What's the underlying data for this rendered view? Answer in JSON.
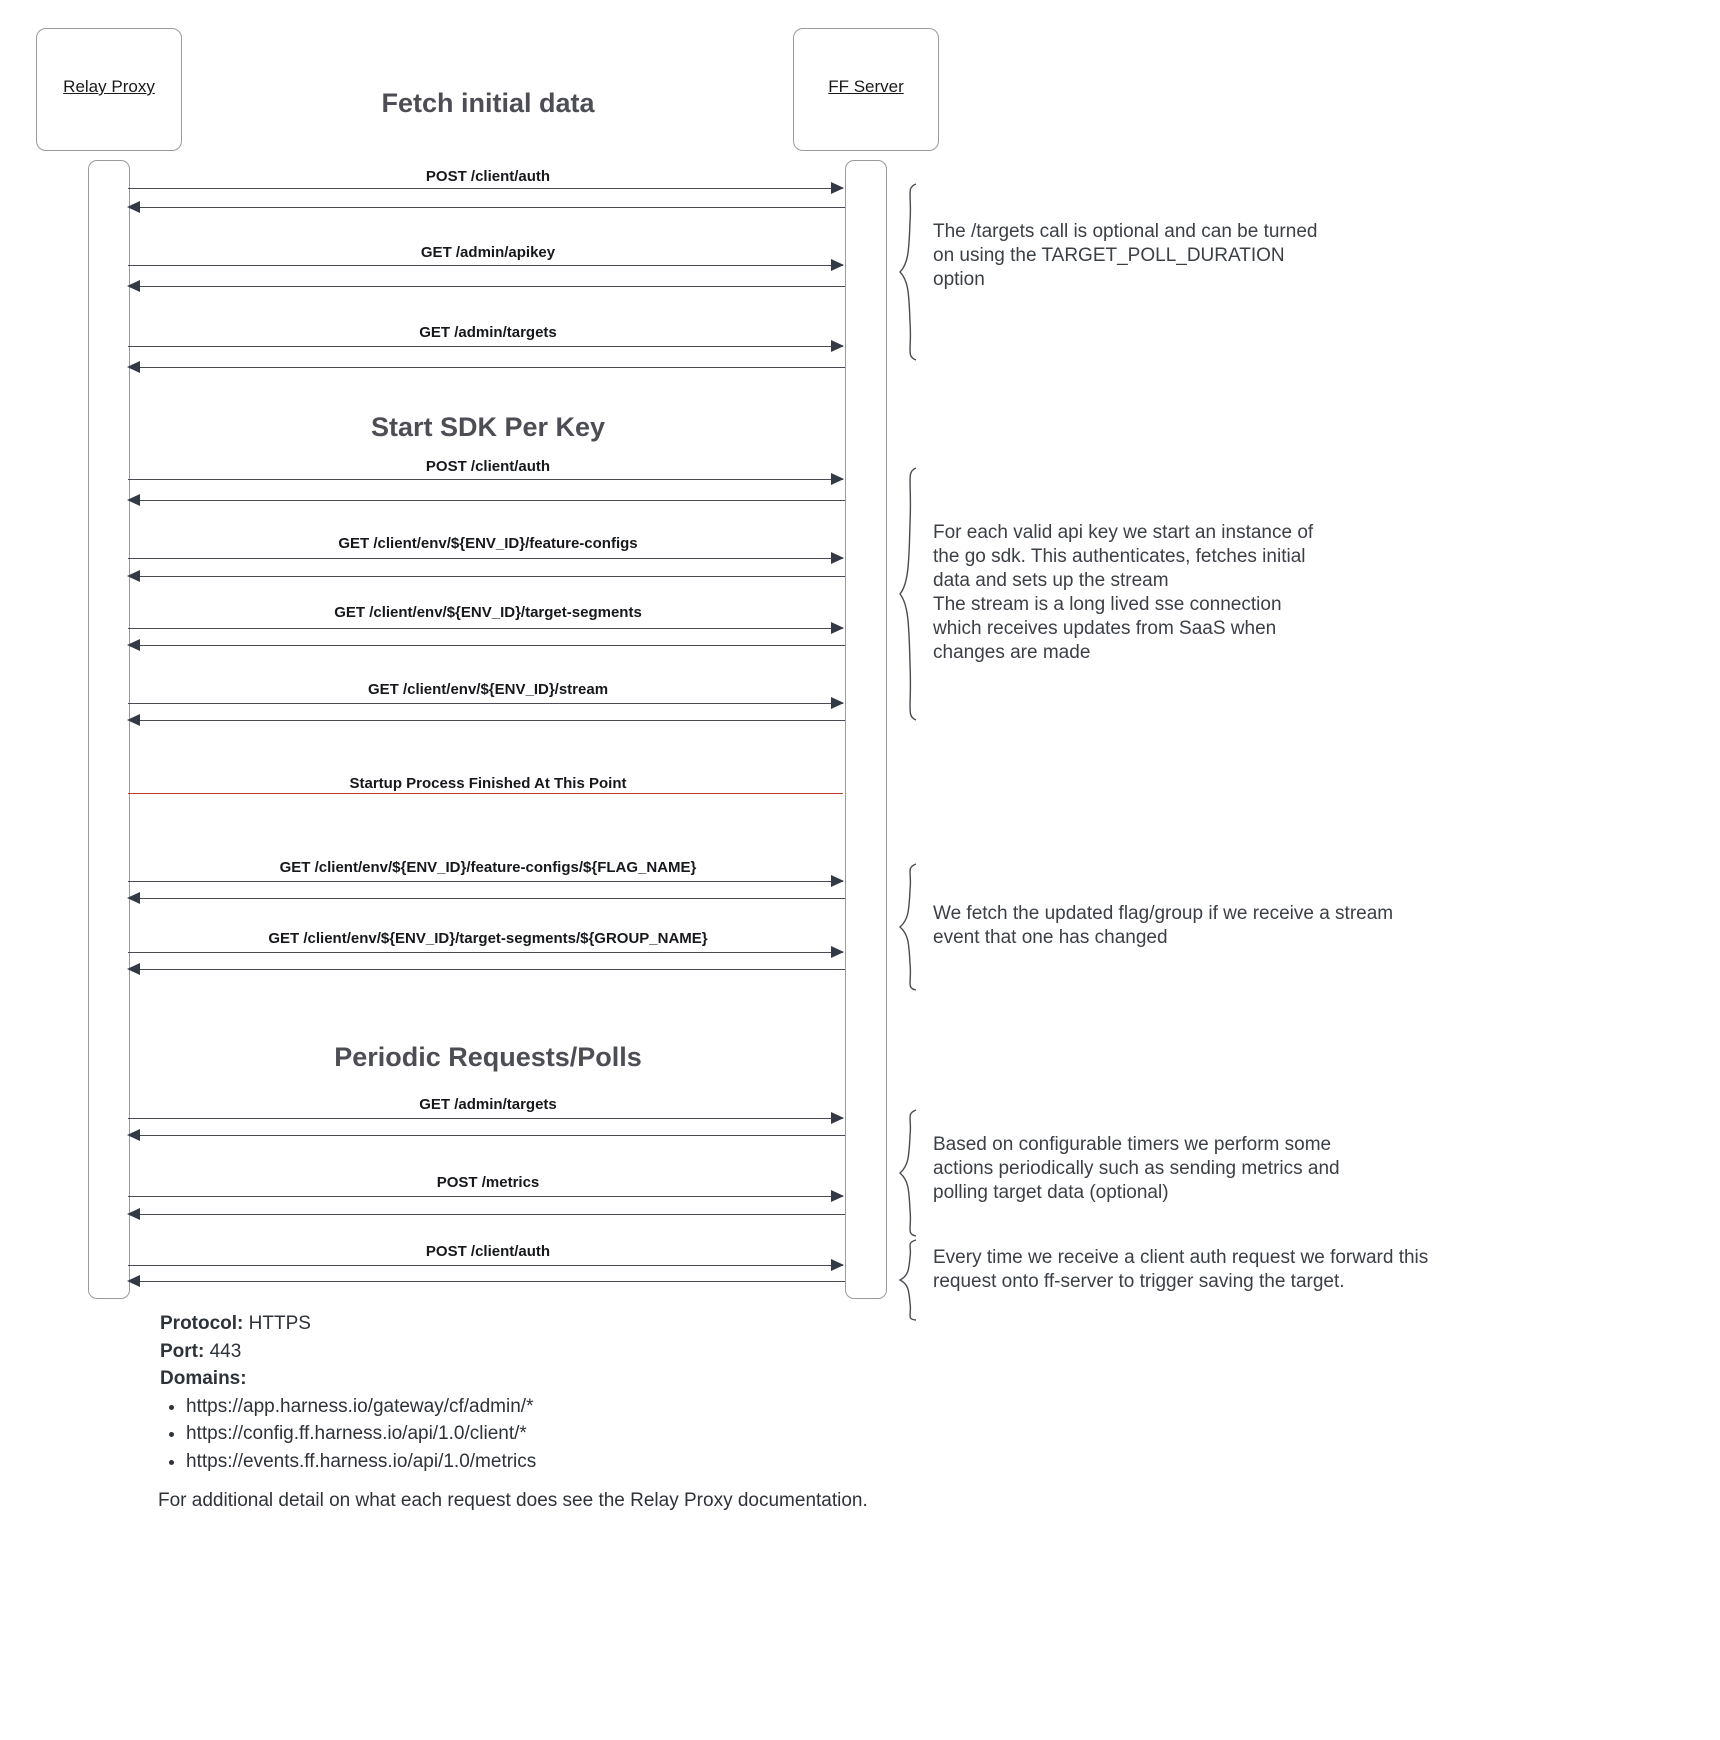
{
  "diagram": {
    "type": "sequence-diagram",
    "participants": [
      {
        "id": "relay-proxy",
        "label": "Relay Proxy"
      },
      {
        "id": "ff-server",
        "label": "FF Server"
      }
    ],
    "sections": [
      {
        "id": "fetch-initial-data",
        "title": "Fetch initial data"
      },
      {
        "id": "start-sdk-per-key",
        "title": "Start SDK Per Key"
      },
      {
        "id": "periodic-requests",
        "title": "Periodic Requests/Polls"
      }
    ],
    "messages": [
      {
        "id": "m1",
        "label": "POST /client/auth"
      },
      {
        "id": "m2",
        "label": "GET /admin/apikey"
      },
      {
        "id": "m3",
        "label": "GET /admin/targets"
      },
      {
        "id": "m4",
        "label": "POST /client/auth"
      },
      {
        "id": "m5",
        "label": "GET /client/env/${ENV_ID}/feature-configs"
      },
      {
        "id": "m6",
        "label": "GET /client/env/${ENV_ID}/target-segments"
      },
      {
        "id": "m7",
        "label": "GET /client/env/${ENV_ID}/stream"
      },
      {
        "id": "m8",
        "label": "GET /client/env/${ENV_ID}/feature-configs/${FLAG_NAME}"
      },
      {
        "id": "m9",
        "label": "GET /client/env/${ENV_ID}/target-segments/${GROUP_NAME}"
      },
      {
        "id": "m10",
        "label": "GET /admin/targets"
      },
      {
        "id": "m11",
        "label": "POST /metrics"
      },
      {
        "id": "m12",
        "label": "POST /client/auth"
      }
    ],
    "divider": {
      "label": "Startup Process Finished At This Point",
      "color": "#c0392b"
    },
    "notes": [
      {
        "id": "note-targets-optional",
        "text": "The /targets call is optional and can be turned\non using the TARGET_POLL_DURATION\noption"
      },
      {
        "id": "note-sdk-instance",
        "text": "For each valid api key we start an instance of\nthe go sdk. This authenticates, fetches initial\ndata and sets up the stream\nThe stream is a long lived sse connection\nwhich receives updates from SaaS when\nchanges are made"
      },
      {
        "id": "note-stream-update",
        "text": "We fetch the updated flag/group if we receive a stream\nevent that one has changed"
      },
      {
        "id": "note-periodic-timers",
        "text": "Based on configurable timers we perform some\nactions periodically such as sending metrics and\npolling target data (optional)"
      },
      {
        "id": "note-client-auth-forward",
        "text": "Every time we receive a client auth request we forward this\nrequest onto ff-server to trigger saving the target."
      }
    ]
  },
  "footer": {
    "protocol_key": "Protocol:",
    "protocol_value": "HTTPS",
    "port_key": "Port:",
    "port_value": "443",
    "domains_key": "Domains:",
    "domains": [
      "https://app.harness.io/gateway/cf/admin/*",
      "https://config.ff.harness.io/api/1.0/client/*",
      "https://events.ff.harness.io/api/1.0/metrics"
    ],
    "closing_note": "For additional detail on what each request does see the Relay Proxy documentation."
  }
}
